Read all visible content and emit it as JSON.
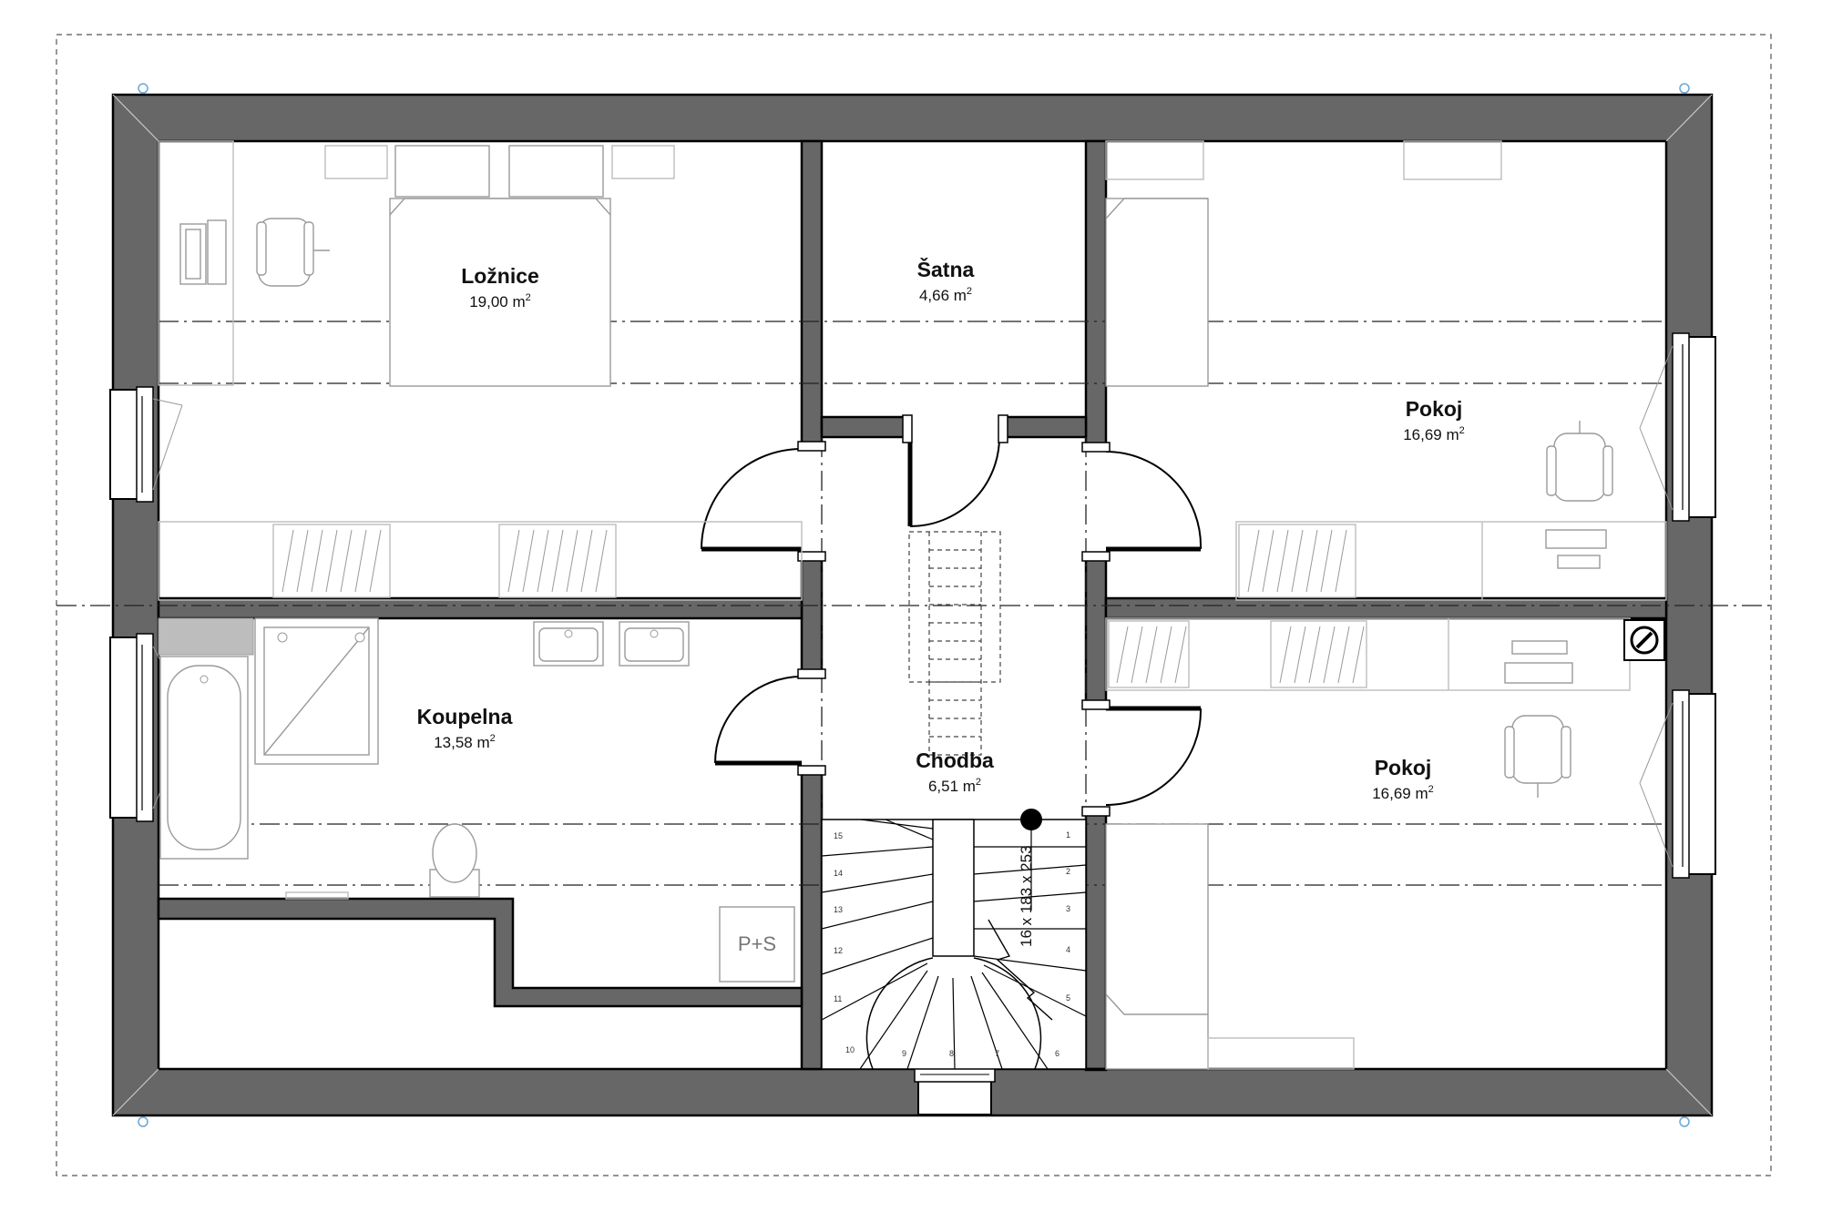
{
  "rooms": {
    "loznice": {
      "name": "Ložnice",
      "area": "19,00 m",
      "sup": "2"
    },
    "satna": {
      "name": "Šatna",
      "area": "4,66 m",
      "sup": "2"
    },
    "pokoj_top": {
      "name": "Pokoj",
      "area": "16,69 m",
      "sup": "2"
    },
    "koupelna": {
      "name": "Koupelna",
      "area": "13,58 m",
      "sup": "2"
    },
    "chodba": {
      "name": "Chodba",
      "area": "6,51 m",
      "sup": "2"
    },
    "pokoj_bottom": {
      "name": "Pokoj",
      "area": "16,69 m",
      "sup": "2"
    }
  },
  "fixtures": {
    "ps_label": "P+S"
  },
  "stairs": {
    "dimension": "16 x 183 x 253",
    "step_numbers": [
      "1",
      "2",
      "3",
      "4",
      "5",
      "6",
      "7",
      "8",
      "9",
      "10",
      "11",
      "12",
      "13",
      "14",
      "15"
    ]
  },
  "colors": {
    "wall": "#676767",
    "outline": "#000000",
    "furniture_line": "#9a9a9a",
    "axis_line": "#222222"
  }
}
